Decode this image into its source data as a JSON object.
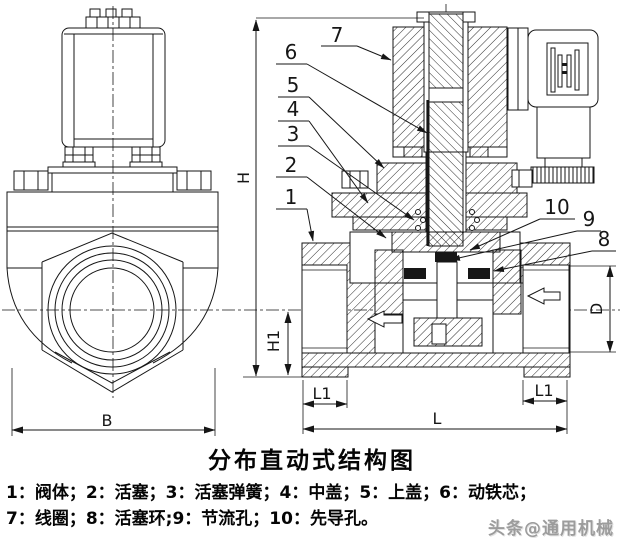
{
  "title": "分布直动式结构图",
  "legend": {
    "line1": "1：阀体；2：活塞；3：活塞弹簧；4：中盖；5：上盖；6：动铁芯；",
    "line2": "7：线圈；8：活塞环;9：节流孔；10：先导孔。",
    "items": [
      {
        "num": "1",
        "name": "阀体"
      },
      {
        "num": "2",
        "name": "活塞"
      },
      {
        "num": "3",
        "name": "活塞弹簧"
      },
      {
        "num": "4",
        "name": "中盖"
      },
      {
        "num": "5",
        "name": "上盖"
      },
      {
        "num": "6",
        "name": "动铁芯"
      },
      {
        "num": "7",
        "name": "线圈"
      },
      {
        "num": "8",
        "name": "活塞环"
      },
      {
        "num": "9",
        "name": "节流孔"
      },
      {
        "num": "10",
        "name": "先导孔"
      }
    ]
  },
  "watermark": {
    "text": "头条@通用机械",
    "color": "#9c9c9c"
  },
  "diagram": {
    "line_color": "#161616",
    "callouts": [
      {
        "label": "1"
      },
      {
        "label": "2"
      },
      {
        "label": "3"
      },
      {
        "label": "4"
      },
      {
        "label": "5"
      },
      {
        "label": "6"
      },
      {
        "label": "7"
      },
      {
        "label": "8"
      },
      {
        "label": "9"
      },
      {
        "label": "10"
      }
    ],
    "dimensions": {
      "H": "H",
      "H1": "H1",
      "B": "B",
      "L": "L",
      "L1": "L1",
      "D": "D"
    }
  }
}
